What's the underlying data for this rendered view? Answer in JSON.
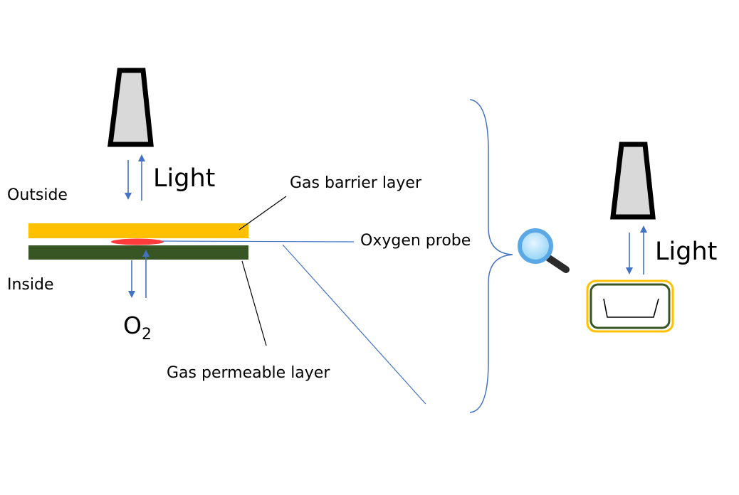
{
  "labels": {
    "outside": "Outside",
    "inside": "Inside",
    "light_left": "Light",
    "light_right": "Light",
    "gas_barrier_layer": "Gas barrier layer",
    "oxygen_probe": "Oxygen probe",
    "gas_permeable_layer": "Gas permeable layer",
    "o2_main": "O",
    "o2_sub": "2"
  },
  "icons": {
    "light_source": "light-source-icon",
    "magnifier": "magnifying-glass-icon",
    "package_tray": "package-tray-icon"
  },
  "colors": {
    "gas_barrier_layer": "#FFC000",
    "gas_permeable_layer": "#375623",
    "oxygen_probe": "#FF3B3B",
    "arrows": "#4472C4",
    "leader_lines": "#4472C4",
    "light_source_fill": "#D9D9D9"
  }
}
